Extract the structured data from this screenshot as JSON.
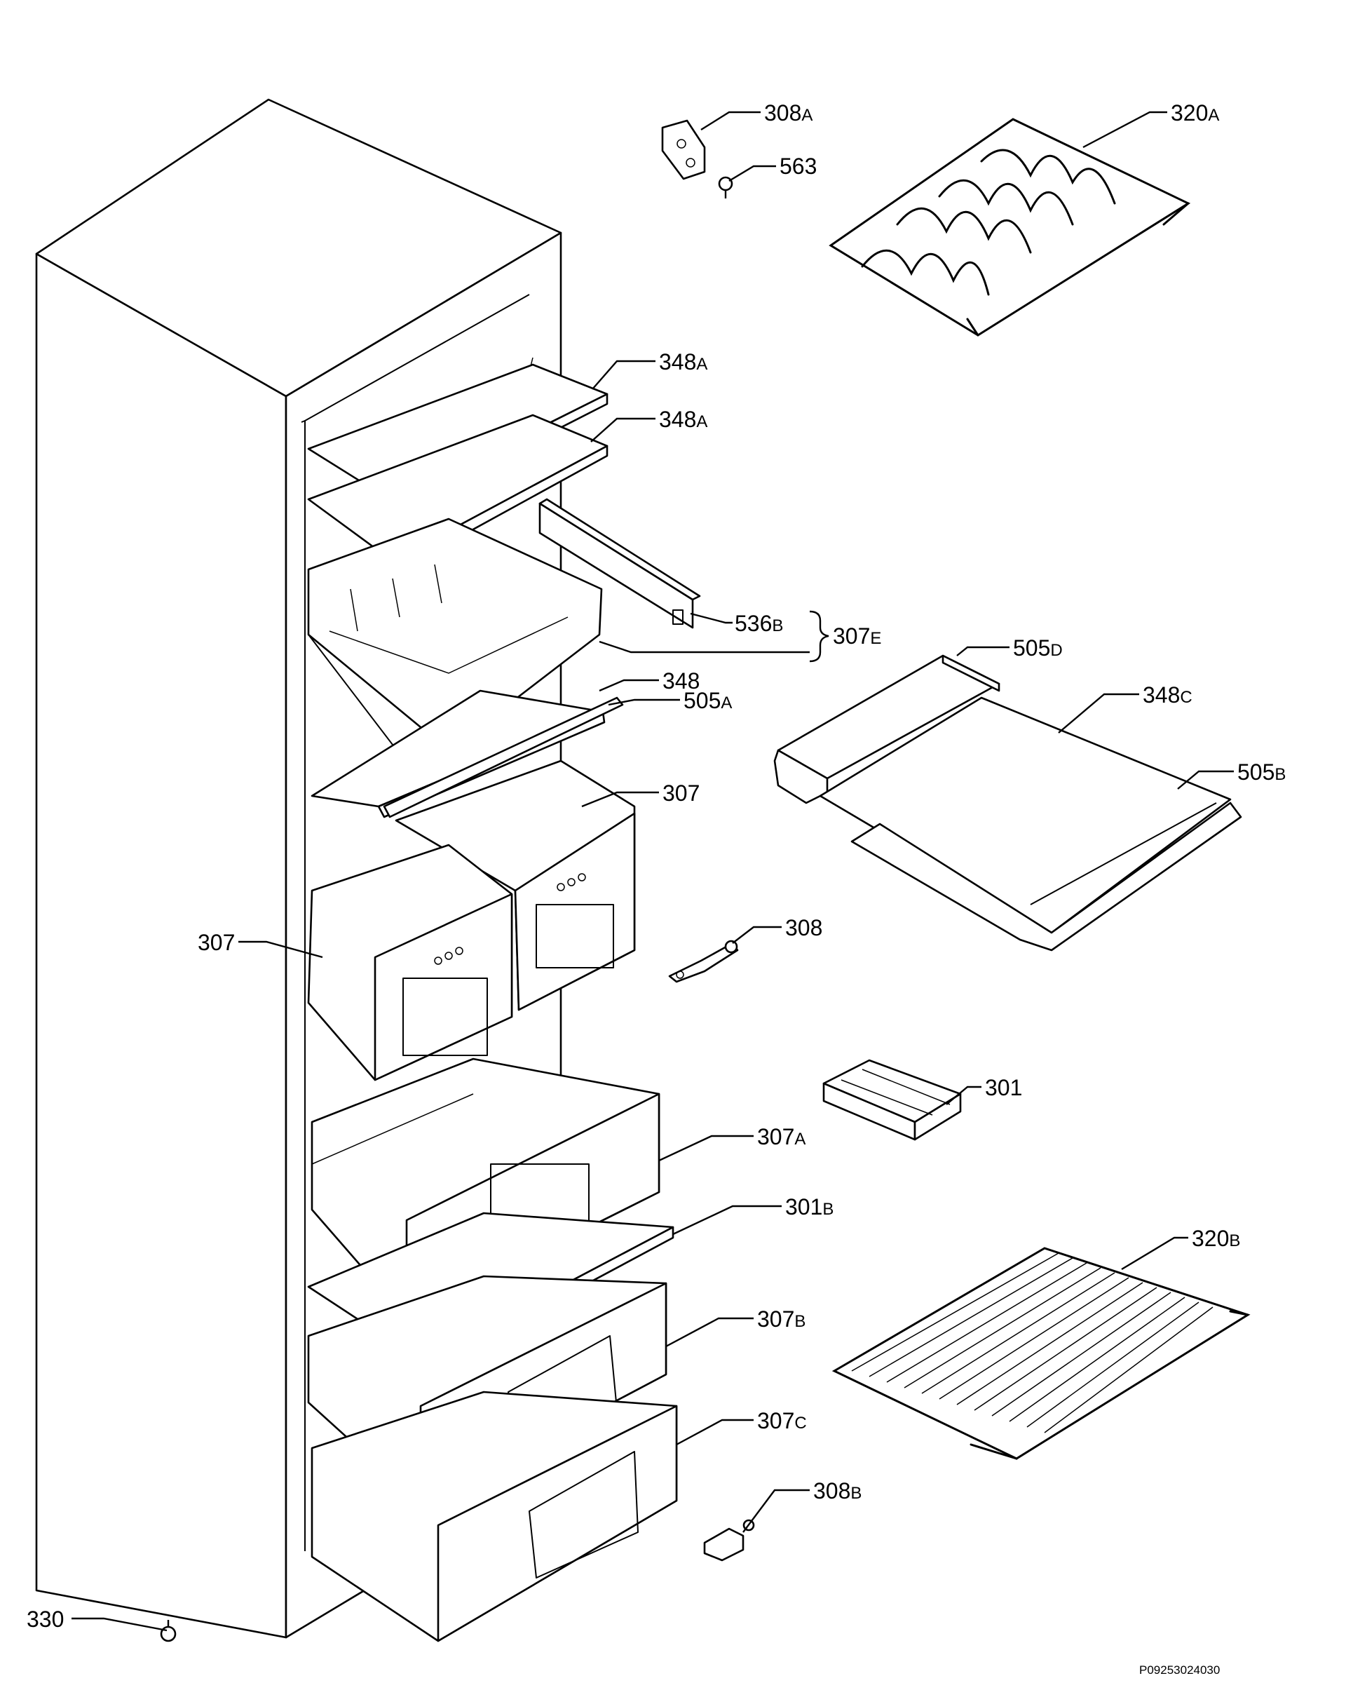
{
  "drawing_code": "P09253024030",
  "labels": [
    {
      "id": "308A",
      "num": "308",
      "suffix": "A"
    },
    {
      "id": "563",
      "num": "563",
      "suffix": ""
    },
    {
      "id": "320A",
      "num": "320",
      "suffix": "A"
    },
    {
      "id": "348A_1",
      "num": "348",
      "suffix": "A"
    },
    {
      "id": "348A_2",
      "num": "348",
      "suffix": "A"
    },
    {
      "id": "536B",
      "num": "536",
      "suffix": "B"
    },
    {
      "id": "307E",
      "num": "307",
      "suffix": "E"
    },
    {
      "id": "505D",
      "num": "505",
      "suffix": "D"
    },
    {
      "id": "348",
      "num": "348",
      "suffix": ""
    },
    {
      "id": "505A",
      "num": "505",
      "suffix": "A"
    },
    {
      "id": "348C",
      "num": "348",
      "suffix": "C"
    },
    {
      "id": "505B",
      "num": "505",
      "suffix": "B"
    },
    {
      "id": "307_1",
      "num": "307",
      "suffix": ""
    },
    {
      "id": "307_2",
      "num": "307",
      "suffix": ""
    },
    {
      "id": "308",
      "num": "308",
      "suffix": ""
    },
    {
      "id": "301",
      "num": "301",
      "suffix": ""
    },
    {
      "id": "307A",
      "num": "307",
      "suffix": "A"
    },
    {
      "id": "301B",
      "num": "301",
      "suffix": "B"
    },
    {
      "id": "320B",
      "num": "320",
      "suffix": "B"
    },
    {
      "id": "307B",
      "num": "307",
      "suffix": "B"
    },
    {
      "id": "307C",
      "num": "307",
      "suffix": "C"
    },
    {
      "id": "308B",
      "num": "308",
      "suffix": "B"
    },
    {
      "id": "330",
      "num": "330",
      "suffix": ""
    }
  ]
}
